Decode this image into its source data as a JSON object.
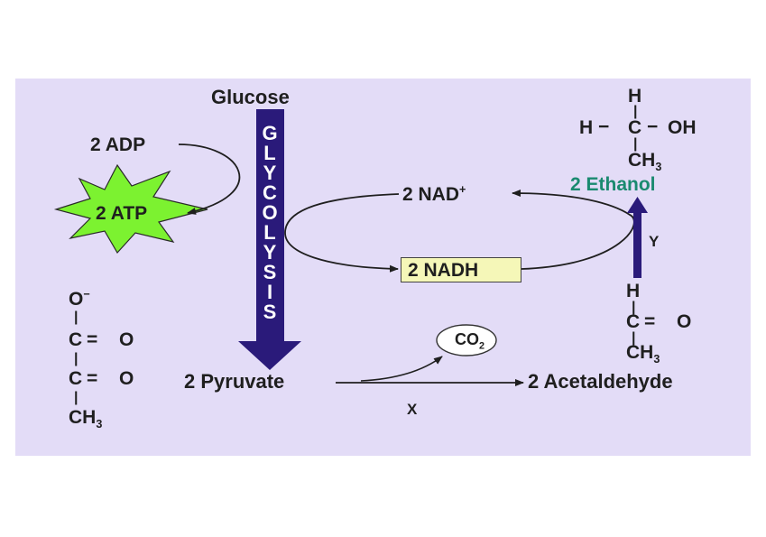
{
  "diagram": {
    "glucose": "Glucose",
    "glycolysis_letters": [
      "G",
      "L",
      "Y",
      "C",
      "O",
      "L",
      "Y",
      "S",
      "I",
      "S"
    ],
    "adp": "2 ADP",
    "atp": "2 ATP",
    "nad_plus": "2 NAD",
    "nad_plus_sup": "+",
    "nadh": "2 NADH",
    "pyruvate": "2 Pyruvate",
    "acetaldehyde": "2 Acetaldehyde",
    "ethanol": "2 Ethanol",
    "co2": "CO",
    "co2_sub": "2",
    "label_x": "X",
    "label_y": "Y",
    "pyruvate_structure": {
      "o_minus": "O",
      "o_minus_sup": "−",
      "c1": "C",
      "o1": "O",
      "c2": "C",
      "o2": "O",
      "ch": "CH",
      "ch_sub": "3"
    },
    "acetaldehyde_structure": {
      "h": "H",
      "c": "C",
      "o": "O",
      "ch": "CH",
      "ch_sub": "3"
    },
    "ethanol_structure": {
      "h_top": "H",
      "h_left": "H",
      "c": "C",
      "oh": "OH",
      "ch": "CH",
      "ch_sub": "3"
    },
    "colors": {
      "panel": "#e3dcf7",
      "glycolysis_arrow": "#2a1a7a",
      "ethanol_text": "#1a8a70",
      "atp_star": "#7cf230",
      "nadh_box": "#f5f7b8"
    }
  }
}
